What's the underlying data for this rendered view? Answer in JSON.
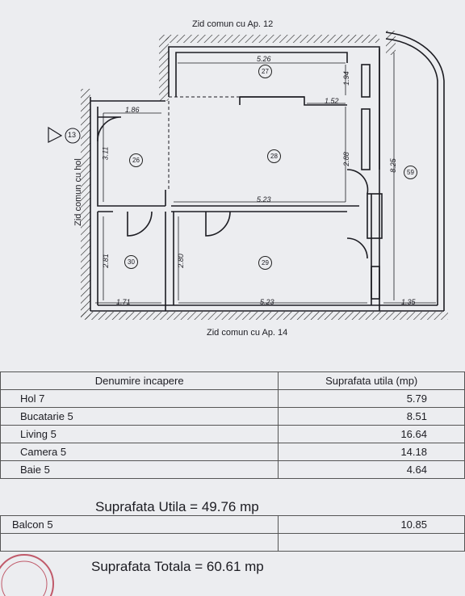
{
  "plan": {
    "walls": {
      "top": "Zid comun cu Ap. 12",
      "bottom": "Zid comun cu Ap. 14",
      "left": "Zid comun cu hol"
    },
    "entrance_marker": "13",
    "rooms": [
      {
        "number": "27"
      },
      {
        "number": "26"
      },
      {
        "number": "28"
      },
      {
        "number": "59"
      },
      {
        "number": "30"
      },
      {
        "number": "29"
      }
    ],
    "dimensions": [
      "5.26",
      "1.94",
      "1.52",
      "1.86",
      "3.11",
      "2.88",
      "8.25",
      "5.23",
      "2.81",
      "2.80",
      "1.71",
      "5.23",
      "1.35"
    ]
  },
  "table": {
    "headers": [
      "Denumire incapere",
      "Suprafata utila (mp)"
    ],
    "rows": [
      {
        "name": "Hol 7",
        "value": "5.79"
      },
      {
        "name": "Bucatarie 5",
        "value": "8.51"
      },
      {
        "name": "Living 5",
        "value": "16.64"
      },
      {
        "name": "Camera 5",
        "value": "14.18"
      },
      {
        "name": "Baie 5",
        "value": "4.64"
      }
    ]
  },
  "suprafata_utila": "Suprafata Utila = 49.76 mp",
  "balcon": {
    "name": "Balcon 5",
    "value": "10.85"
  },
  "suprafata_totala": "Suprafata Totala = 60.61 mp",
  "colors": {
    "ink": "#1c1c22",
    "paper": "#ecedf0",
    "stamp": "#c05a6a"
  }
}
